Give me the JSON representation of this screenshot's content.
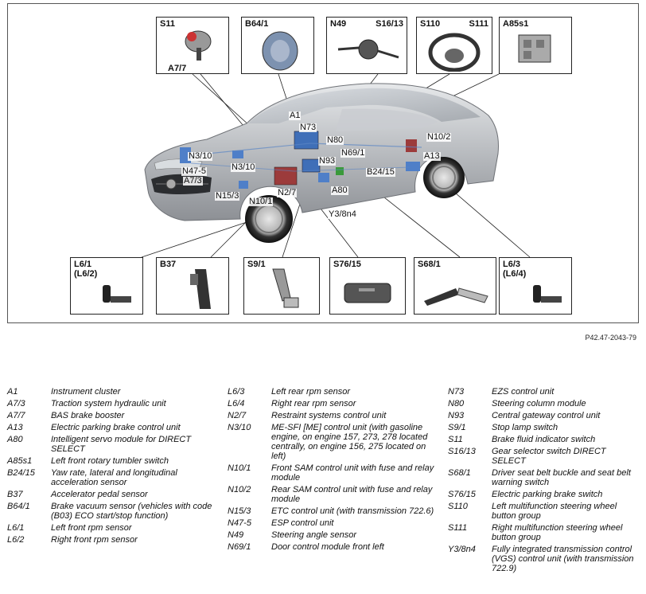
{
  "figure_id": "P42.47-2043-79",
  "top_boxes": [
    {
      "id": "s11",
      "label": "S11",
      "sublabel": "A7/7",
      "icon": "brake-fluid-reservoir-icon"
    },
    {
      "id": "b64",
      "label": "B64/1",
      "icon": "brake-booster-icon"
    },
    {
      "id": "n49",
      "label": "N49",
      "label_right": "S16/13",
      "icon": "steering-column-switch-icon"
    },
    {
      "id": "s110",
      "label": "S110",
      "label_right": "S111",
      "icon": "steering-wheel-icon"
    },
    {
      "id": "a85",
      "label": "A85s1",
      "icon": "rotary-tumbler-switch-icon"
    }
  ],
  "bottom_boxes": [
    {
      "id": "l61",
      "label": "L6/1",
      "label2": "(L6/2)",
      "icon": "rpm-sensor-icon"
    },
    {
      "id": "b37",
      "label": "B37",
      "icon": "accelerator-pedal-icon"
    },
    {
      "id": "s91",
      "label": "S9/1",
      "icon": "stop-lamp-switch-icon"
    },
    {
      "id": "s7615",
      "label": "S76/15",
      "icon": "parking-brake-switch-icon"
    },
    {
      "id": "s681",
      "label": "S68/1",
      "icon": "seat-belt-buckle-icon"
    },
    {
      "id": "l63",
      "label": "L6/3",
      "label2": "(L6/4)",
      "icon": "rpm-sensor-icon"
    }
  ],
  "callouts": [
    "A1",
    "N73",
    "N80",
    "N69/1",
    "N93",
    "N10/2",
    "A13",
    "B24/15",
    "N3/10",
    "N3/10",
    "N47-5",
    "A7/3",
    "N15/3",
    "N10/1",
    "N2/7",
    "A80",
    "Y3/8n4"
  ],
  "legend": {
    "col1": [
      {
        "code": "A1",
        "desc": "Instrument cluster"
      },
      {
        "code": "A7/3",
        "desc": "Traction system hydraulic unit"
      },
      {
        "code": "A7/7",
        "desc": "BAS brake booster"
      },
      {
        "code": "A13",
        "desc": "Electric parking brake control unit"
      },
      {
        "code": "A80",
        "desc": "Intelligent servo module for DIRECT SELECT"
      },
      {
        "code": "A85s1",
        "desc": "Left front rotary tumbler switch"
      },
      {
        "code": "B24/15",
        "desc": "Yaw rate, lateral and longitudinal acceleration sensor"
      },
      {
        "code": "B37",
        "desc": "Accelerator pedal sensor"
      },
      {
        "code": "B64/1",
        "desc": "Brake vacuum sensor (vehicles with code (B03) ECO start/stop function)"
      },
      {
        "code": "L6/1",
        "desc": "Left front rpm sensor"
      },
      {
        "code": "L6/2",
        "desc": "Right front rpm sensor"
      }
    ],
    "col2": [
      {
        "code": "L6/3",
        "desc": "Left rear rpm sensor"
      },
      {
        "code": "L6/4",
        "desc": "Right rear rpm sensor"
      },
      {
        "code": "N2/7",
        "desc": "Restraint systems control unit"
      },
      {
        "code": "N3/10",
        "desc": "ME-SFI [ME] control unit (with gasoline engine, on engine 157, 273, 278 located centrally, on engine 156, 275 located on left)"
      },
      {
        "code": "N10/1",
        "desc": "Front SAM control unit with fuse and relay module"
      },
      {
        "code": "N10/2",
        "desc": "Rear SAM control unit with fuse and relay module"
      },
      {
        "code": "N15/3",
        "desc": "ETC control unit (with transmission 722.6)"
      },
      {
        "code": "N47-5",
        "desc": "ESP control unit"
      },
      {
        "code": "N49",
        "desc": "Steering angle sensor"
      },
      {
        "code": "N69/1",
        "desc": "Door control module front left"
      }
    ],
    "col3": [
      {
        "code": "N73",
        "desc": "EZS control unit"
      },
      {
        "code": "N80",
        "desc": "Steering column module"
      },
      {
        "code": "N93",
        "desc": "Central gateway control unit"
      },
      {
        "code": "S9/1",
        "desc": "Stop lamp switch"
      },
      {
        "code": "S11",
        "desc": "Brake fluid indicator switch"
      },
      {
        "code": "S16/13",
        "desc": "Gear selector switch DIRECT SELECT"
      },
      {
        "code": "S68/1",
        "desc": "Driver seat belt buckle and seat belt warning switch"
      },
      {
        "code": "S76/15",
        "desc": "Electric parking brake switch"
      },
      {
        "code": "S110",
        "desc": "Left multifunction steering wheel button group"
      },
      {
        "code": "S111",
        "desc": "Right multifunction steering wheel button group"
      },
      {
        "code": "Y3/8n4",
        "desc": "Fully integrated transmission control (VGS) control unit (with transmission 722.9)"
      }
    ]
  }
}
